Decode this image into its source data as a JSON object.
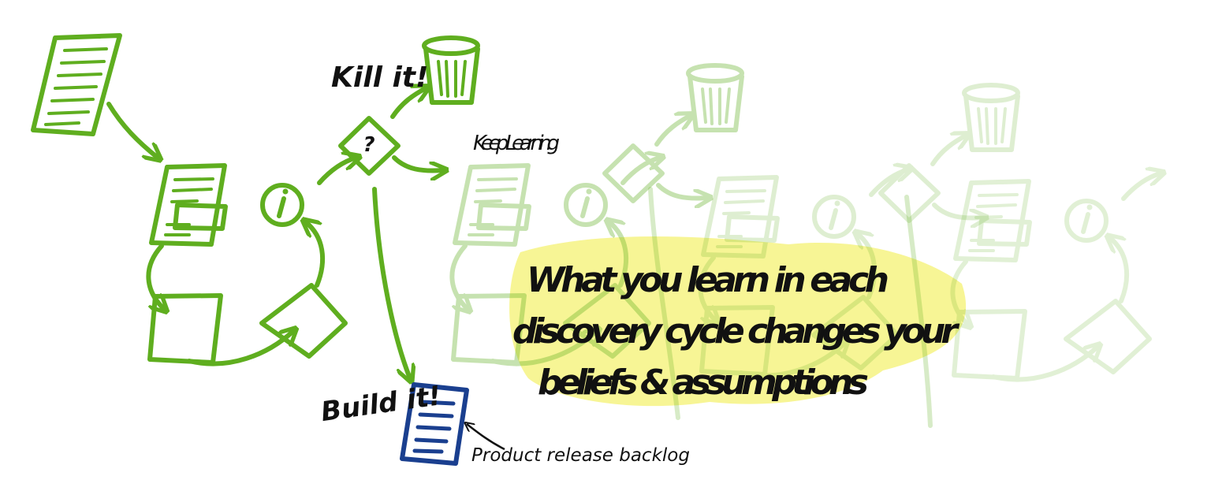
{
  "labels": {
    "kill": "Kill it!",
    "keep": "Keep Learning",
    "build": "Build it!",
    "backlog": "Product release backlog",
    "question": "?",
    "info": "i"
  },
  "message": {
    "line1": "What you learn in each",
    "line2": "discovery cycle changes your",
    "line3": "beliefs & assumptions"
  },
  "colors": {
    "cycle_green": "#5fae1f",
    "backlog_blue": "#1a3f8f",
    "highlight_yellow": "#f5f27a",
    "ink": "#111111"
  }
}
